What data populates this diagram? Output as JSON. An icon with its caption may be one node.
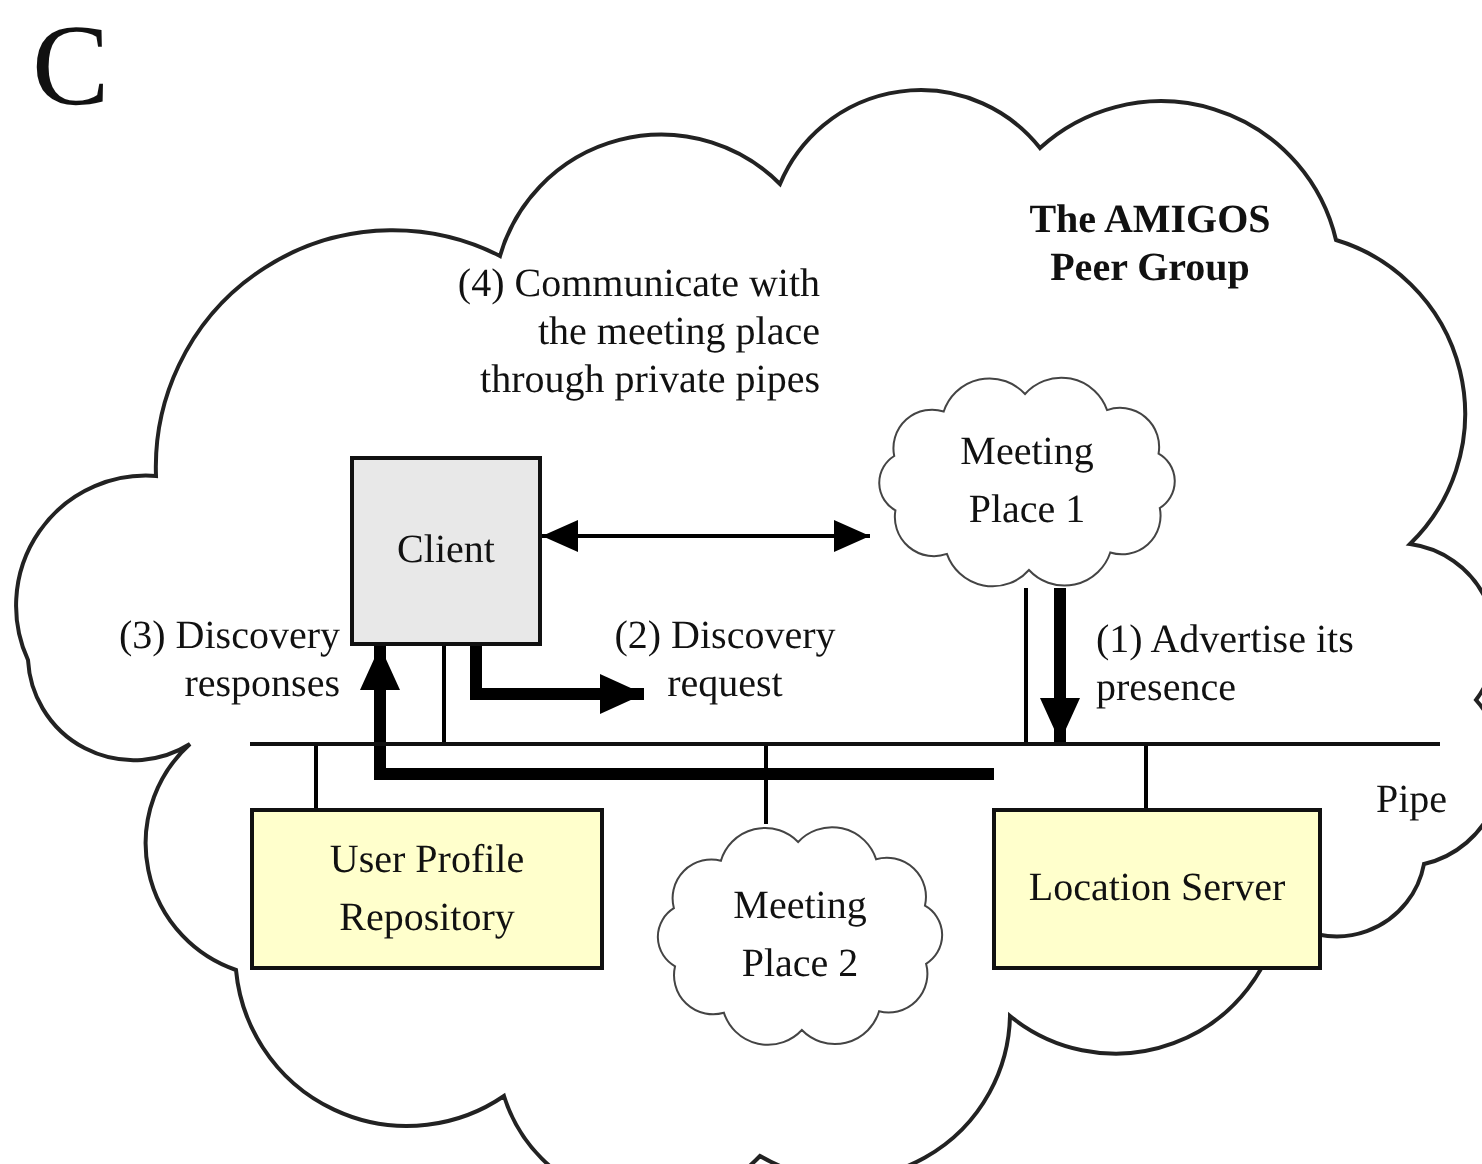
{
  "diagram": {
    "nodes": [
      {
        "text": [
          "The AMIGOS Peer Group"
        ]
      },
      {
        "text": [
          "Client"
        ],
        "in": 0
      },
      {
        "text": [
          "Meeting Place 1"
        ],
        "in": 0
      },
      {
        "text": [],
        "shape": "bar",
        "in": 0,
        "beside": [
          "Pipe"
        ]
      },
      {
        "text": [
          "User Profile Repository"
        ],
        "in": 0
      },
      {
        "text": [
          "Meeting Place 2"
        ],
        "in": 0
      },
      {
        "text": [
          "Location Server"
        ],
        "in": 0
      }
    ],
    "edges": [
      {
        "from": 1,
        "to": 2,
        "arrow": "both",
        "label": "(4) Communicate with the meeting place through private pipes"
      },
      {
        "from": 2,
        "to": 3,
        "arrow": "to",
        "style": "thick",
        "label": "(1) Advertise its presence"
      },
      {
        "from": 1,
        "to": 3,
        "arrow": "to",
        "style": "thick",
        "label": "(2) Discovery request"
      },
      {
        "from": null,
        "to": 1,
        "arrow": "to",
        "style": "thick",
        "label": "(3) Discovery responses"
      },
      {
        "from": 1,
        "to": 3,
        "arrow": "none"
      },
      {
        "from": 4,
        "to": 3,
        "arrow": "none"
      },
      {
        "from": 5,
        "to": 3,
        "arrow": "none"
      },
      {
        "from": 2,
        "to": 3,
        "arrow": "none"
      },
      {
        "from": 6,
        "to": 3,
        "arrow": "none"
      }
    ],
    "labels": [
      "C"
    ]
  }
}
